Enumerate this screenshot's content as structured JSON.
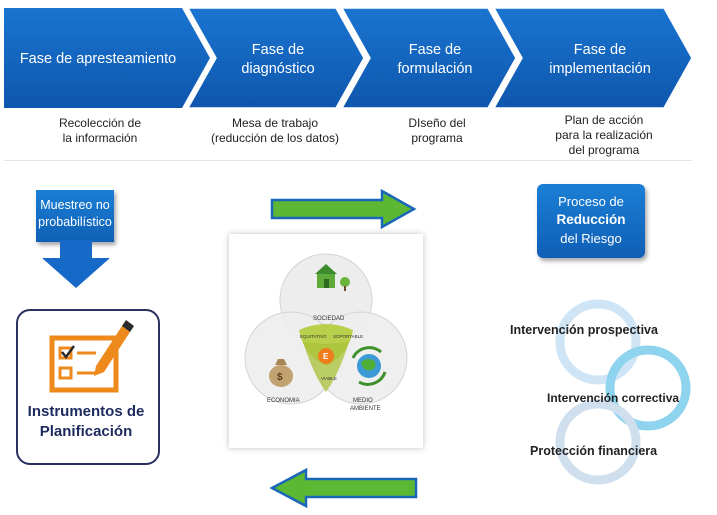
{
  "phases": [
    {
      "title": "Fase de apresteamiento",
      "desc": "Recolección de\nla información"
    },
    {
      "title": "Fase de\ndiagnóstico",
      "desc": "Mesa de trabajo\n(reducción de los datos)"
    },
    {
      "title": "Fase de\nformulación",
      "desc": "DIseño del\nprograma"
    },
    {
      "title": "Fase de\nimplementación",
      "desc": "Plan de acción\npara la realización\ndel programa"
    }
  ],
  "left": {
    "sample_box": "Muestreo no\nprobabilístico",
    "instruments": "Instrumentos de\nPlanificación"
  },
  "venn": {
    "society": "SOCIEDAD",
    "economy": "ECONOMIA",
    "environment": "MEDIO\nAMBIENTE",
    "equitable": "EQUITATIVO",
    "bearable": "SOPORTABLE",
    "viable": "VIABLE",
    "center": "E"
  },
  "right": {
    "risk_line1": "Proceso de",
    "risk_line2": "Reducción",
    "risk_line3": "del Riesgo",
    "interventions": [
      "Intervención prospectiva",
      "Intervención correctiva",
      "Protección financiera"
    ]
  },
  "colors": {
    "chevron_blue": "#1467c4",
    "arrow_green": "#5cb832",
    "box_blue": "#1b7fd6",
    "venn_green": "#b2cc3a"
  }
}
